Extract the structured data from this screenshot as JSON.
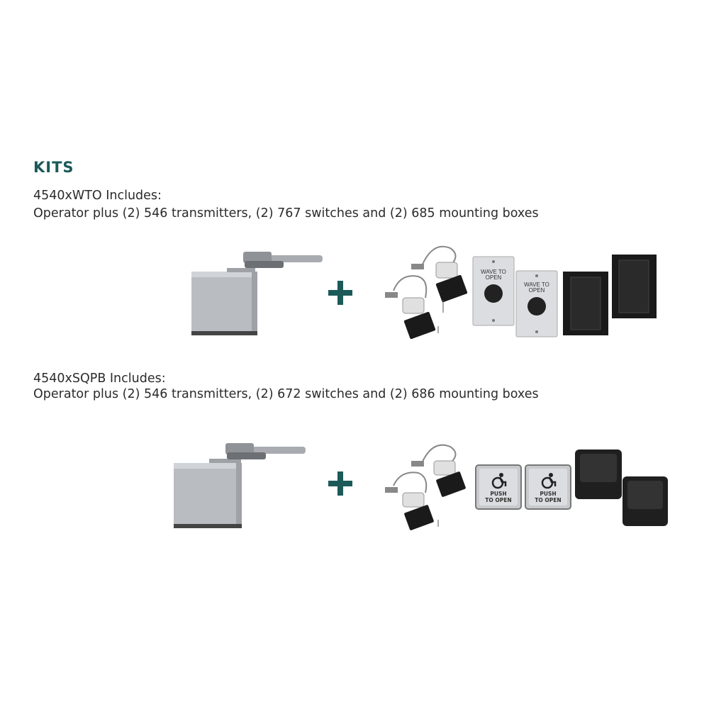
{
  "heading": "KITS",
  "kits": [
    {
      "title": "4540xWTO Includes:",
      "description": "Operator plus (2) 546 transmitters, (2) 767 switches and (2) 685 mounting boxes",
      "switch_label_line1": "WAVE TO",
      "switch_label_line2": "OPEN"
    },
    {
      "title": "4540xSQPB Includes:",
      "description": "Operator plus (2) 546 transmitters, (2) 672 switches and (2) 686 mounting boxes",
      "switch_label_line1": "PUSH",
      "switch_label_line2": "TO OPEN"
    }
  ],
  "colors": {
    "accent": "#1b5a59",
    "text": "#2b2b2b",
    "operator": "#b9bcc1",
    "box": "#1a1a1a"
  },
  "icons": [
    "plus-icon",
    "accessibility-icon"
  ]
}
